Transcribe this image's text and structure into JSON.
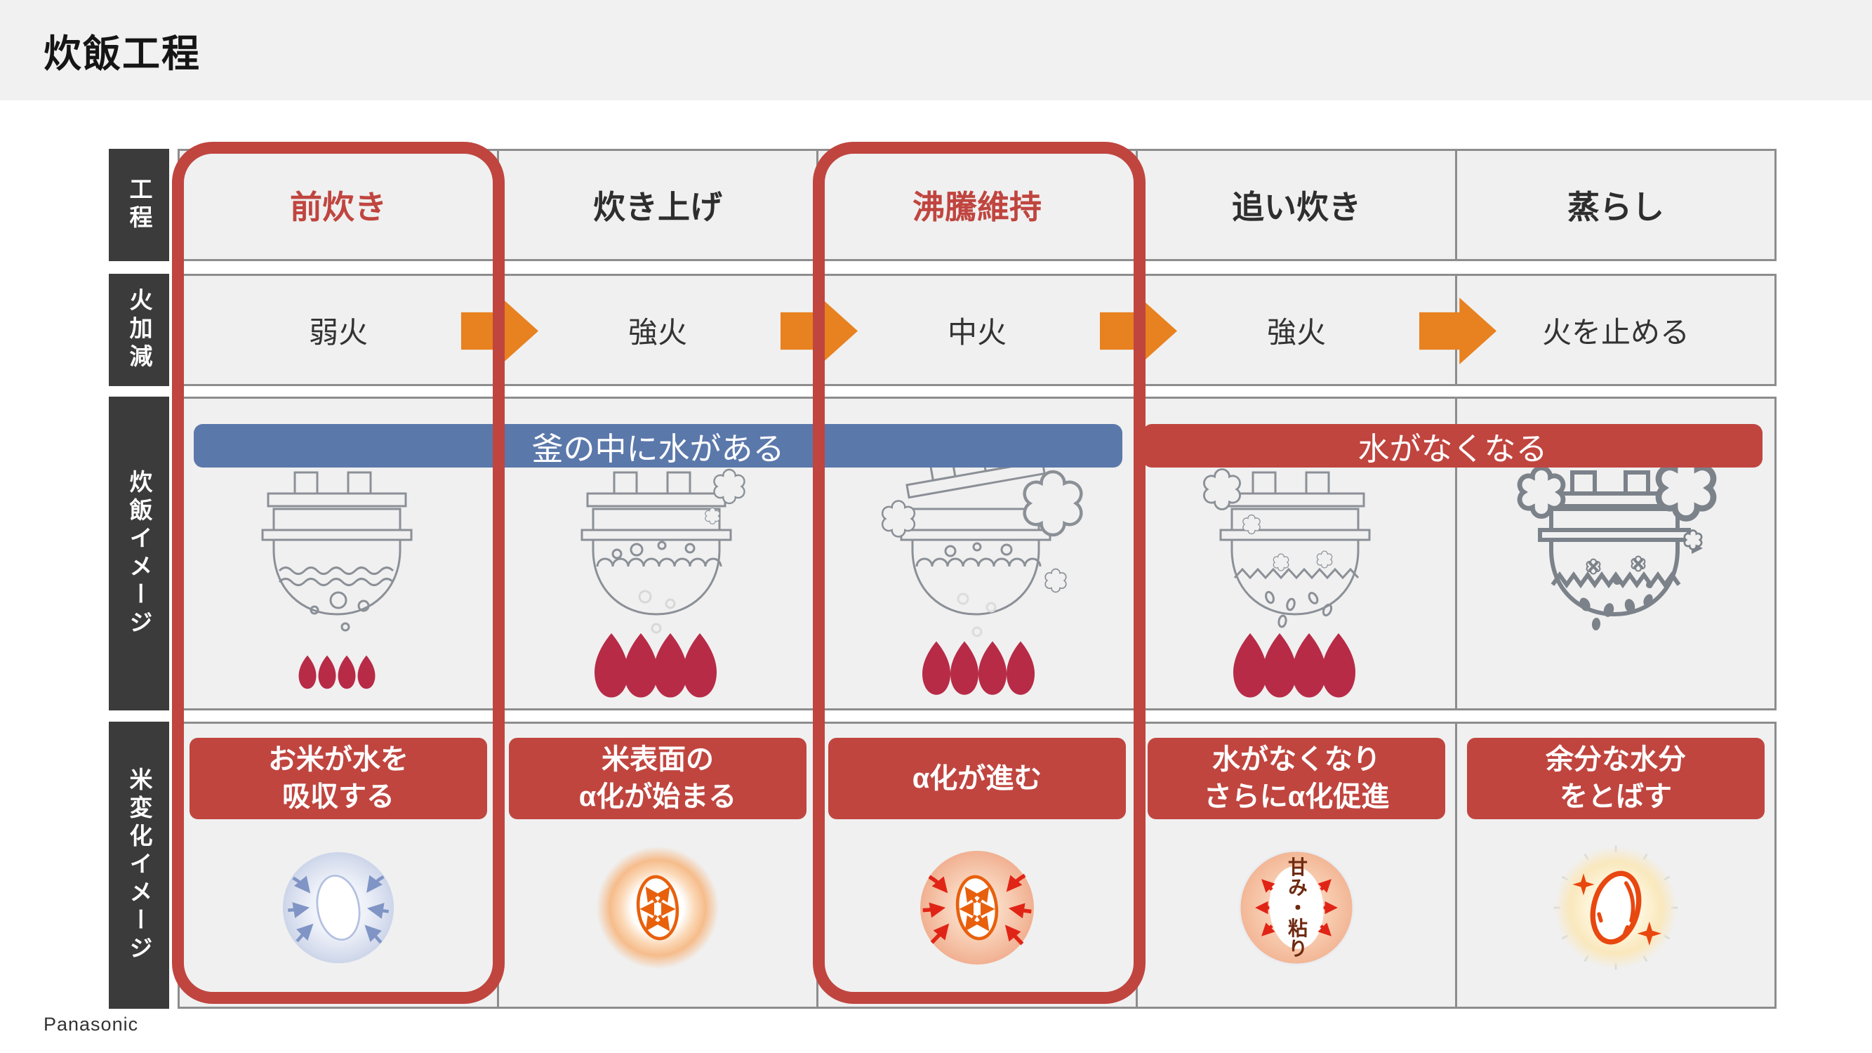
{
  "slide": {
    "title": "炊飯工程",
    "brand": "Panasonic"
  },
  "colors": {
    "highlight_red": "#c0453f",
    "banner_blue": "#5b78ab",
    "arrow_orange": "#e8811f",
    "flame_crimson": "#b72b47",
    "header_dark": "#3b3b3b",
    "cell_bg": "#f0f0f0",
    "cell_border": "#8d8d8d"
  },
  "table": {
    "row_headers": {
      "process": "工程",
      "heat": "火加減",
      "cooking_image": "炊飯イメージ",
      "rice_change_image": "米変化イメージ"
    },
    "banners": {
      "water_present": "釜の中に水がある",
      "water_gone": "水がなくなる"
    },
    "stages": [
      {
        "name": "前炊き",
        "highlighted": true,
        "heat": "弱火",
        "change_line1": "お米が水を",
        "change_line2": "吸収する"
      },
      {
        "name": "炊き上げ",
        "highlighted": false,
        "heat": "強火",
        "change_line1": "米表面の",
        "change_line2": "α化が始まる"
      },
      {
        "name": "沸騰維持",
        "highlighted": true,
        "heat": "中火",
        "change_line1": "α化が進む",
        "change_line2": ""
      },
      {
        "name": "追い炊き",
        "highlighted": false,
        "heat": "強火",
        "change_line1": "水がなくなり",
        "change_line2": "さらにα化促進"
      },
      {
        "name": "蒸らし",
        "highlighted": false,
        "heat": "火を止める",
        "change_line1": "余分な水分",
        "change_line2": "をとばす"
      }
    ],
    "rice_icon_labels": {
      "sweetness_stickiness": "甘み・粘り"
    }
  }
}
